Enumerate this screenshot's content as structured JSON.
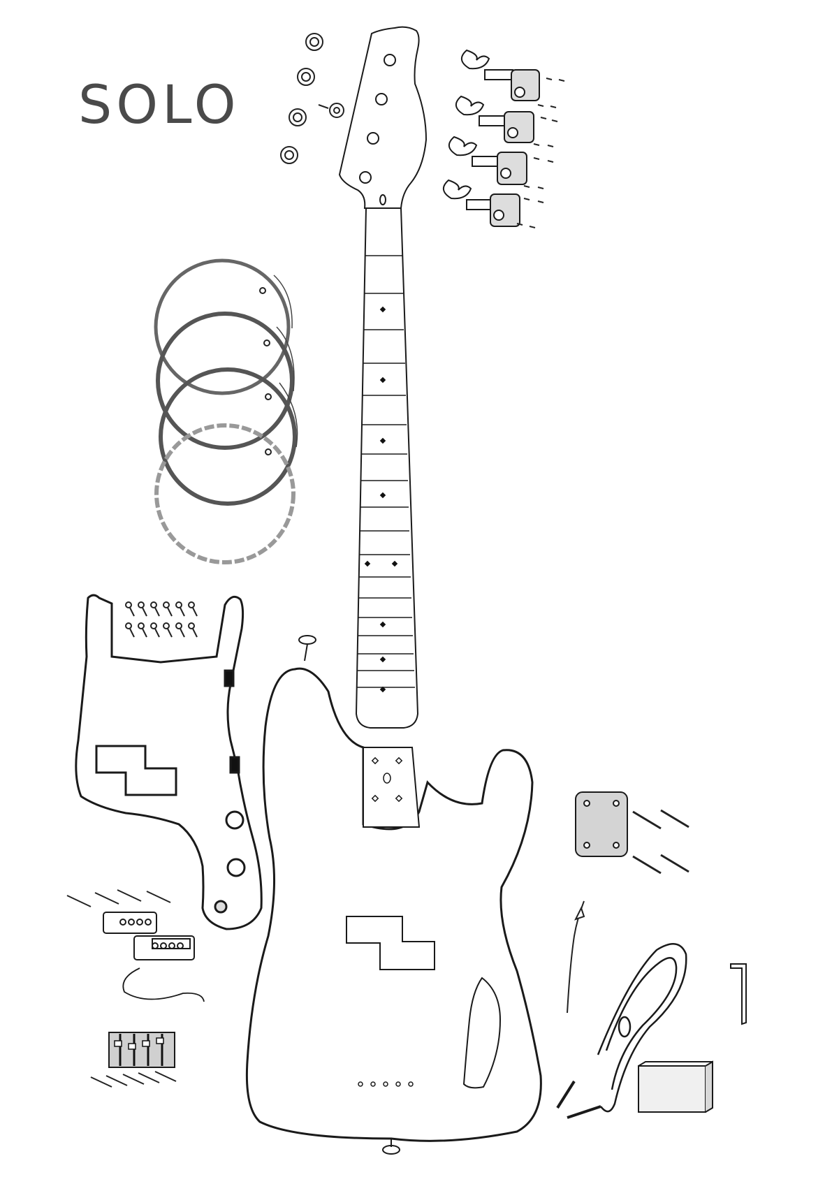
{
  "brand": {
    "logo_text": "SOLO",
    "logo_color": "#4a4a4a"
  },
  "colors": {
    "line": "#1a1a1a",
    "fill": "#ffffff",
    "hardware": "#d9d9d9",
    "dark": "#111111"
  },
  "parts": [
    {
      "id": "neck",
      "icon": "bass-neck-icon"
    },
    {
      "id": "body",
      "icon": "bass-body-icon"
    },
    {
      "id": "tuners",
      "icon": "tuning-machine-icon",
      "count": 4
    },
    {
      "id": "bushings",
      "icon": "tuner-bushing-icon",
      "count": 4
    },
    {
      "id": "string-tree",
      "icon": "string-tree-icon"
    },
    {
      "id": "strings",
      "icon": "string-coil-icon",
      "count": 4
    },
    {
      "id": "pickguard",
      "icon": "pickguard-icon"
    },
    {
      "id": "pickguard-screws",
      "icon": "screw-icon",
      "count": 12
    },
    {
      "id": "pickups",
      "icon": "split-pickup-icon",
      "count": 2
    },
    {
      "id": "pickup-screws",
      "icon": "long-screw-icon",
      "count": 4
    },
    {
      "id": "bridge",
      "icon": "bridge-icon"
    },
    {
      "id": "bridge-screws",
      "icon": "screw-icon",
      "count": 5
    },
    {
      "id": "neck-plate",
      "icon": "neck-plate-icon"
    },
    {
      "id": "neck-screws",
      "icon": "long-screw-icon",
      "count": 4
    },
    {
      "id": "strap-buttons",
      "icon": "strap-button-icon",
      "count": 2
    },
    {
      "id": "ground-wire",
      "icon": "ground-wire-icon"
    },
    {
      "id": "cable",
      "icon": "instrument-cable-icon"
    },
    {
      "id": "allen-key",
      "icon": "allen-key-icon"
    },
    {
      "id": "manual",
      "icon": "manual-box-icon"
    }
  ]
}
